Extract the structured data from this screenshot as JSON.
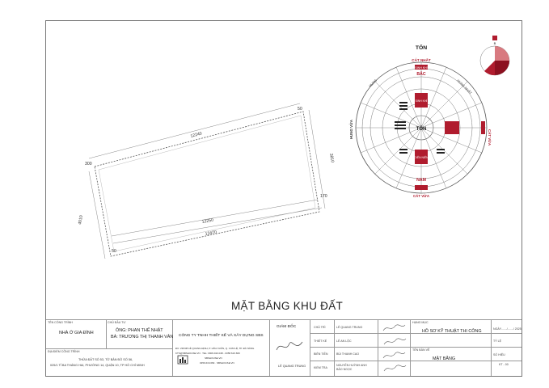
{
  "plan": {
    "dim_top": "12240",
    "dim_left_top": "300",
    "dim_right_top": "50",
    "dim_right_side": "3810",
    "dim_right_bottom": "170",
    "dim_left_side": "4010",
    "dim_bottom_inner": "12250",
    "dim_bottom_outer": "12470",
    "dim_left_bottom": "50"
  },
  "compass": {
    "title": "TỐN",
    "north_top": "CÁT NHẤT",
    "north_sub": "SINH KHÍ",
    "north_dir": "BẮC",
    "east_label": "CÁT VỪA",
    "south_dir": "NAM",
    "south_label": "CÁT VỪA",
    "west_label": "HUNG VỪA",
    "northeast": "HUNG NHẤT",
    "northwest": "HUNG",
    "north_inner": "SINH KHÍ",
    "south_inner": "DIÊN NIÊN",
    "center": "TỐN",
    "mini_label": "B",
    "colors": {
      "red": "#b01c2e",
      "dark": "#222222"
    }
  },
  "drawing_title": "MẶT BẰNG KHU ĐẤT",
  "titleblock": {
    "project_label": "TÊN CÔNG TRÌNH",
    "project_name": "NHÀ Ở GIA ĐÌNH",
    "owner_label": "CHỦ ĐẦU TƯ",
    "owner_1": "ÔNG: PHAN THẾ NHẬT",
    "owner_2": "BÀ: TRƯƠNG THỊ THANH VÂN",
    "location_label": "ĐỊA ĐIỂM CÔNG TRÌNH",
    "location_1": "THỬA ĐẤT SỐ 53, TỜ BẢN ĐỒ SỐ 56,",
    "location_2": "025/1 TỈ BA THÁNG HAI, PHƯỜNG 14, QUẬN 10, TP HỒ CHÍ MINH",
    "company": "CÔNG TY TNHH THIẾT KẾ VÀ XÂY DỰNG SBS",
    "company_addr": "ĐC: 236/38 LÊ QUANG ĐỊNH, P. HÒA XUÂN, Q. CẨM LỆ, TP. ĐÀ NẴNG",
    "company_contact": "KTS@SBSHOUSE.VN · TEL: 0909.910.048 - 0358.616.669",
    "company_web": "SBSHOUSE.VN",
    "company_mail": "0356.616.669 · SBSHOUSE.VN",
    "director_label": "GIÁM ĐỐC",
    "director_name": "LÊ QUANG TRUNG",
    "role_chutri": "CHỦ TRÌ",
    "role_thietke": "THIẾT KẾ",
    "role_bientien": "BIÊN TIỄN",
    "role_kiemtra": "KIỂM TRA",
    "name_chutri": "LÊ QUANG TRUNG",
    "name_thietke": "LÊ AN LỘC",
    "name_bientien": "BÙI THANH CAO",
    "name_kiemtra": "NGUYỄN HUỲNH ANH",
    "name_kiemtra2": "BẢO NGỌC",
    "phase_label": "HẠNG MỤC",
    "phase": "HỒ SƠ KỸ THUẬT THI CÔNG",
    "date": "NGÀY......./......./ 2025",
    "scale": "TỶ LỆ",
    "sheet_label": "TÊN BẢN VẼ",
    "sheet_name": "MẶT BẰNG",
    "sheet_no_label": "SỐ HIỆU",
    "sheet_no": "KT - 00"
  }
}
